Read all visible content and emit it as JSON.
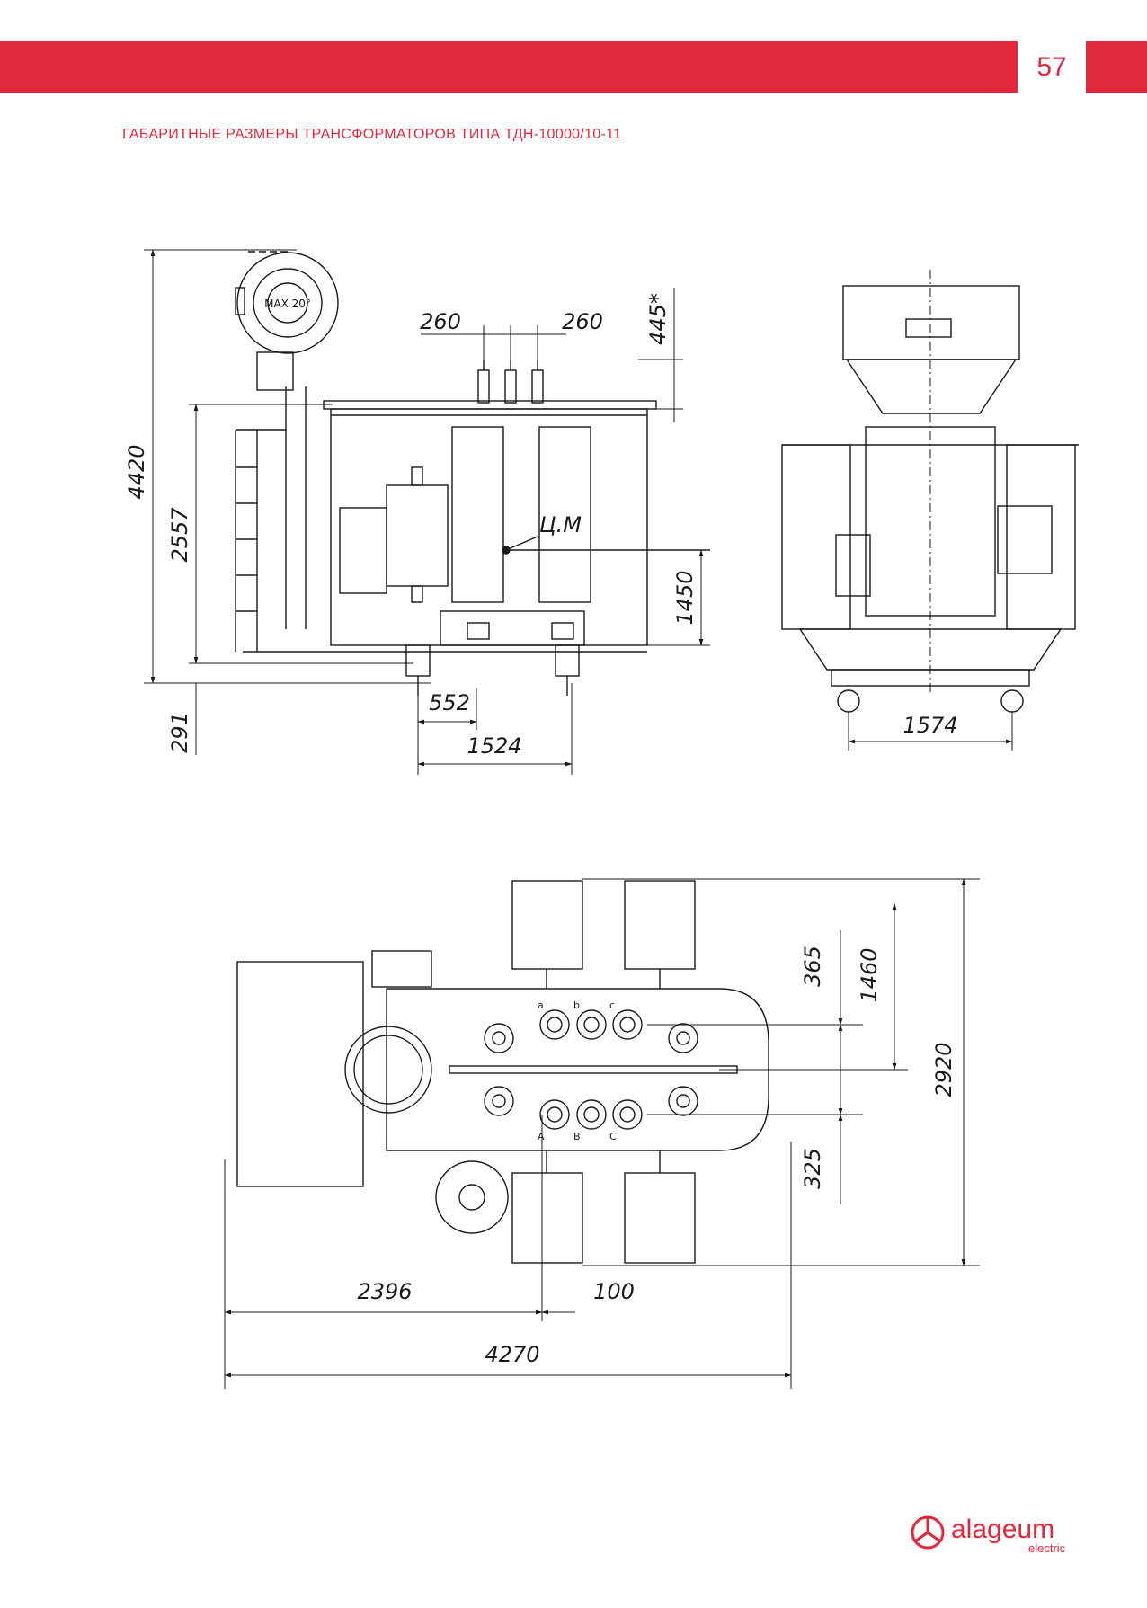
{
  "header": {
    "page_number": "57",
    "title": "ГАБАРИТНЫЕ РАЗМЕРЫ ТРАНСФОРМАТОРОВ ТИПА ТДН-10000/10-11"
  },
  "side_view": {
    "dims": {
      "overall_height": "4420",
      "tank_height": "2557",
      "wheel_height": "291",
      "cg_height": "1450",
      "bushing_spacing_left": "260",
      "bushing_spacing_right": "260",
      "bushing_top": "445*",
      "wheel_offset": "552",
      "wheel_base": "1524"
    },
    "center_of_mass_label": "Ц.М",
    "conservator_label": "МАХ 20°"
  },
  "front_view": {
    "dims": {
      "track_width": "1574"
    }
  },
  "plan_view": {
    "dims": {
      "lv_offset": "365",
      "hv_offset": "325",
      "bushing_axis": "1460",
      "overall_width": "2920",
      "overall_length": "4270",
      "bushing_from_edge": "2396",
      "bushing_offset": "100"
    },
    "bushing_labels_top": [
      "a",
      "b",
      "c"
    ],
    "bushing_labels_bottom": [
      "A",
      "B",
      "C"
    ]
  },
  "logo": {
    "brand": "alageum",
    "sub": "electric",
    "color": "#e2283c"
  },
  "colors": {
    "accent": "#e2283c",
    "line": "#1a1a1a"
  }
}
